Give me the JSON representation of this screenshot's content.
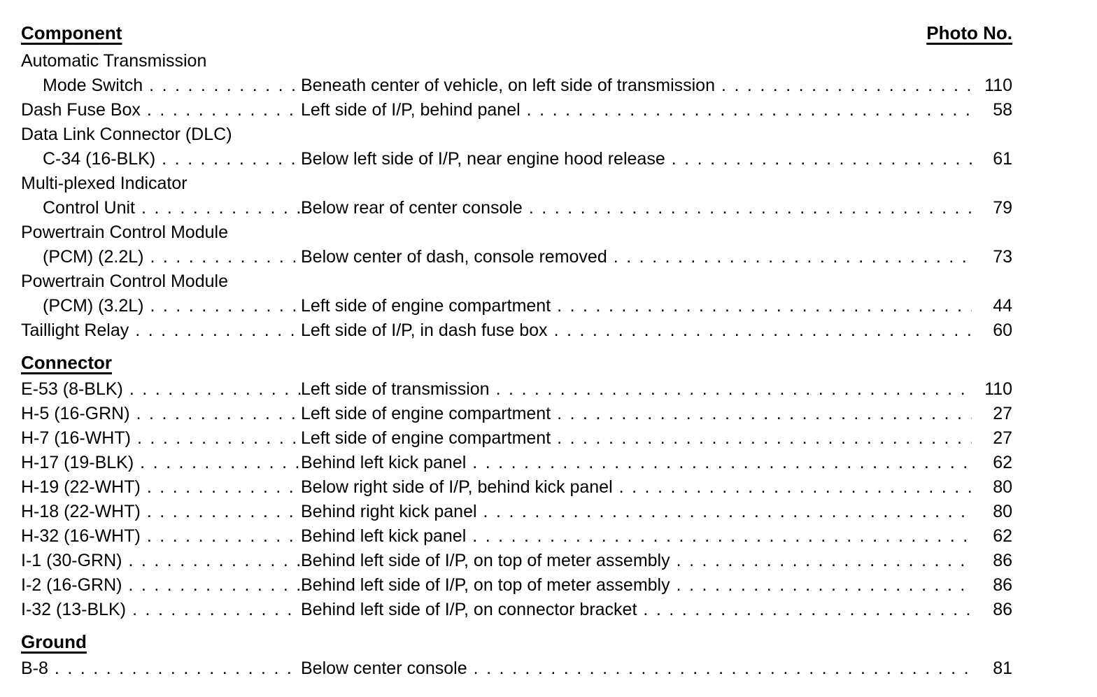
{
  "page": {
    "colors": {
      "background": "#ffffff",
      "text": "#000000"
    }
  },
  "table": {
    "header": {
      "component_label": "Component",
      "photo_label": "Photo No."
    },
    "sections": [
      {
        "title": "",
        "entries": [
          {
            "pre": "Automatic Transmission",
            "indent": true,
            "name": "Mode Switch",
            "location": "Beneath center of vehicle, on left side of transmission",
            "photo": "110"
          },
          {
            "name": "Dash Fuse Box",
            "location": "Left side of I/P, behind panel",
            "photo": "58"
          },
          {
            "pre": "Data Link Connector (DLC)",
            "indent": true,
            "name": "C-34 (16-BLK)",
            "location": "Below left side of I/P, near engine hood release",
            "photo": "61"
          },
          {
            "pre": "Multi-plexed Indicator",
            "indent": true,
            "name": "Control Unit",
            "location": "Below rear of center console",
            "photo": "79"
          },
          {
            "pre": "Powertrain Control Module",
            "indent": true,
            "name": "(PCM) (2.2L)",
            "location": "Below center of dash, console removed",
            "photo": "73"
          },
          {
            "pre": "Powertrain Control Module",
            "indent": true,
            "name": "(PCM) (3.2L)",
            "location": "Left side of engine compartment",
            "photo": "44"
          },
          {
            "name": "Taillight Relay",
            "location": "Left side of I/P, in dash fuse box",
            "photo": "60"
          }
        ]
      },
      {
        "title": "Connector",
        "entries": [
          {
            "name": "E-53 (8-BLK)",
            "location": "Left side of transmission",
            "photo": "110"
          },
          {
            "name": "H-5 (16-GRN)",
            "location": "Left side of engine compartment",
            "photo": "27"
          },
          {
            "name": "H-7 (16-WHT)",
            "location": "Left side of engine compartment",
            "photo": "27"
          },
          {
            "name": "H-17 (19-BLK)",
            "location": "Behind left kick panel",
            "photo": "62"
          },
          {
            "name": "H-19 (22-WHT)",
            "location": "Below right side of I/P, behind kick panel",
            "photo": "80"
          },
          {
            "name": "H-18 (22-WHT)",
            "location": "Behind right kick panel",
            "photo": "80"
          },
          {
            "name": "H-32 (16-WHT)",
            "location": "Behind left kick panel",
            "photo": "62"
          },
          {
            "name": "I-1 (30-GRN)",
            "location": "Behind left side of I/P, on top of meter assembly",
            "photo": "86"
          },
          {
            "name": "I-2 (16-GRN)",
            "location": "Behind left side of I/P, on top of meter assembly",
            "photo": "86"
          },
          {
            "name": "I-32 (13-BLK)",
            "location": "Behind left side of I/P, on connector bracket",
            "photo": "86"
          }
        ]
      },
      {
        "title": "Ground",
        "entries": [
          {
            "name": "B-8",
            "location": "Below center console",
            "photo": "81"
          }
        ]
      }
    ]
  }
}
